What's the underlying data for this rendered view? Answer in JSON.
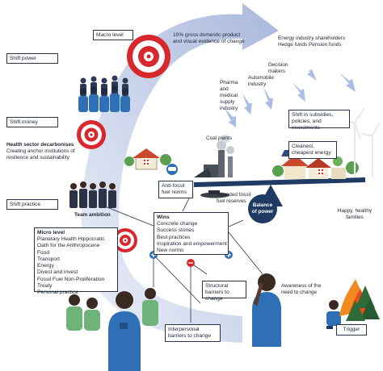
{
  "macro": {
    "label": "Macro level",
    "gdp_text": "10% gross domestic product and visual evidence of change"
  },
  "shift_power": "Shift power",
  "shift_money": "Shift money",
  "shift_practice": "Shift practice",
  "health_sector": {
    "title": "Health sector decarbonises",
    "body": "Creating anchor institutions of resilience and sustainability"
  },
  "team_ambition": "Team ambition",
  "micro": {
    "title": "Micro level",
    "items": [
      "Planetary Health Hippocratic Oath for the Anthropocene",
      "Food",
      "Transport",
      "Energy",
      "Divest and invest",
      "Fossil Fuel Non-Proliferation Treaty",
      "Personal practice"
    ]
  },
  "wins": {
    "title": "Wins",
    "items": [
      "Concrete change",
      "Success stories",
      "Best practices",
      "Inspiration and empowerment",
      "New norms"
    ]
  },
  "stakeholders": {
    "energy": "Energy industry shareholders Hedge funds Pension funds",
    "decision": "Decision makers",
    "auto": "Automobile industry",
    "pharma": "Pharma and medical supply industry"
  },
  "shift_subsidies": "Shift in subsidies, policies, and investments",
  "cleanest": "Cleanest, cheapest energy",
  "coal": "Coal plants",
  "anti_fossil": "Anti-fossil fuel norms",
  "stranded": "Stranded fossil fuel reserves",
  "balance": "Balance of power",
  "happy": "Happy, healthy families",
  "structural": "Structural barriers to change",
  "interpersonal": "Interpersonal barriers to change",
  "awareness": "Awareness of the need to change",
  "trigger": "Trigger",
  "colors": {
    "arrow": "#b9c4e3",
    "target_red": "#d9272e",
    "figure_blue": "#2e6fb5",
    "figure_green": "#59a86a",
    "stakeholder_arrow": "#a9bde6",
    "scale": "#1f3a63"
  }
}
